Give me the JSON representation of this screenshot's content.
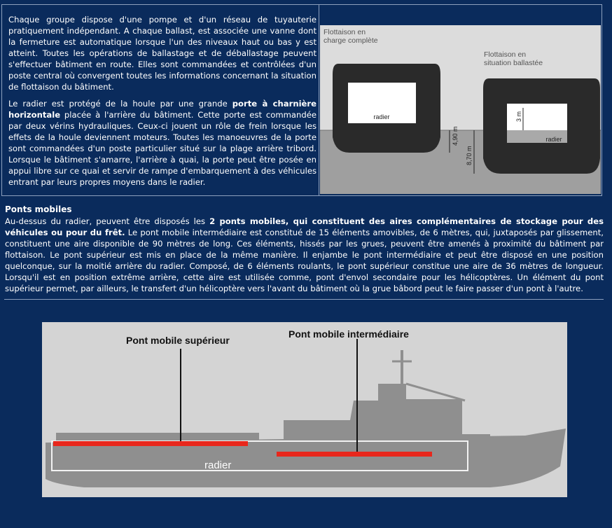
{
  "intro": {
    "paragraph1": "Chaque groupe dispose d'une pompe et d'un réseau de tuyauterie pratiquement indépendant. A chaque ballast, est associée une vanne dont la fermeture est automatique lorsque l'un des niveaux haut ou bas y est atteint. Toutes les opérations de ballastage et de déballastage peuvent s'effectuer bâtiment en route. Elles sont commandées et contrôlées d'un poste central où convergent toutes les informations concernant la situation de flottaison du bâtiment.",
    "paragraph2_pre": "Le radier est protégé de la houle par une grande ",
    "paragraph2_bold": "porte à charnière horizontale",
    "paragraph2_post": " placée à l'arrière du bâtiment. Cette porte est commandée par deux vérins hydrauliques. Ceux-ci jouent un rôle de frein lorsque les effets de la houle deviennent moteurs. Toutes les manoeuvres de la porte sont commandées d'un poste particulier situé sur la plage arrière tribord. Lorsque le bâtiment s'amarre, l'arrière à quai, la porte peut être posée en appui libre sur ce quai et servir de rampe d'embarquement à des véhicules entrant par leurs propres moyens dans le radier."
  },
  "hull_figure": {
    "label_full_line1": "Flottaison en",
    "label_full_line2": "charge complète",
    "label_ballast_line1": "Flottaison en",
    "label_ballast_line2": "situation ballastée",
    "radier_label": "radier",
    "dim_490": "4,90 m",
    "dim_870": "8,70 m",
    "dim_3": "3 m"
  },
  "ponts": {
    "title": "Ponts mobiles",
    "body_pre": "Au-dessus du radier, peuvent être disposés les ",
    "body_bold": "2 ponts mobiles, qui constituent des aires complémentaires de stockage pour des véhicules ou pour du frêt.",
    "body_post": " Le pont mobile intermédiaire est constitué de 15 éléments amovibles, de 6 mètres, qui, juxtaposés par glissement, constituent une aire disponible de 90 mètres de long. Ces éléments, hissés par les grues, peuvent être amenés à proximité du bâtiment par flottaison. Le pont supérieur est mis en place de la même manière. Il enjambe le pont intermédiaire et peut être disposé en une position quelconque, sur la moitié arrière du radier. Composé, de 6 éléments roulants, le pont supérieur constitue une aire de 36 mètres de longueur. Lorsqu'il est en position extrême arrière, cette aire est utilisée comme, pont d'envol secondaire pour les hélicoptères. Un élément du pont supérieur permet, par ailleurs, le transfert d'un hélicoptère vers l'avant du bâtiment où la grue bâbord peut le faire passer d'un pont à l'autre."
  },
  "ship_figure": {
    "label_superieur": "Pont mobile supérieur",
    "label_intermediaire": "Pont mobile intermédiaire",
    "radier_label": "radier",
    "accent_red": "#e8271c",
    "hull_color": "#8f8f8f",
    "bg_color": "#d4d4d4"
  }
}
